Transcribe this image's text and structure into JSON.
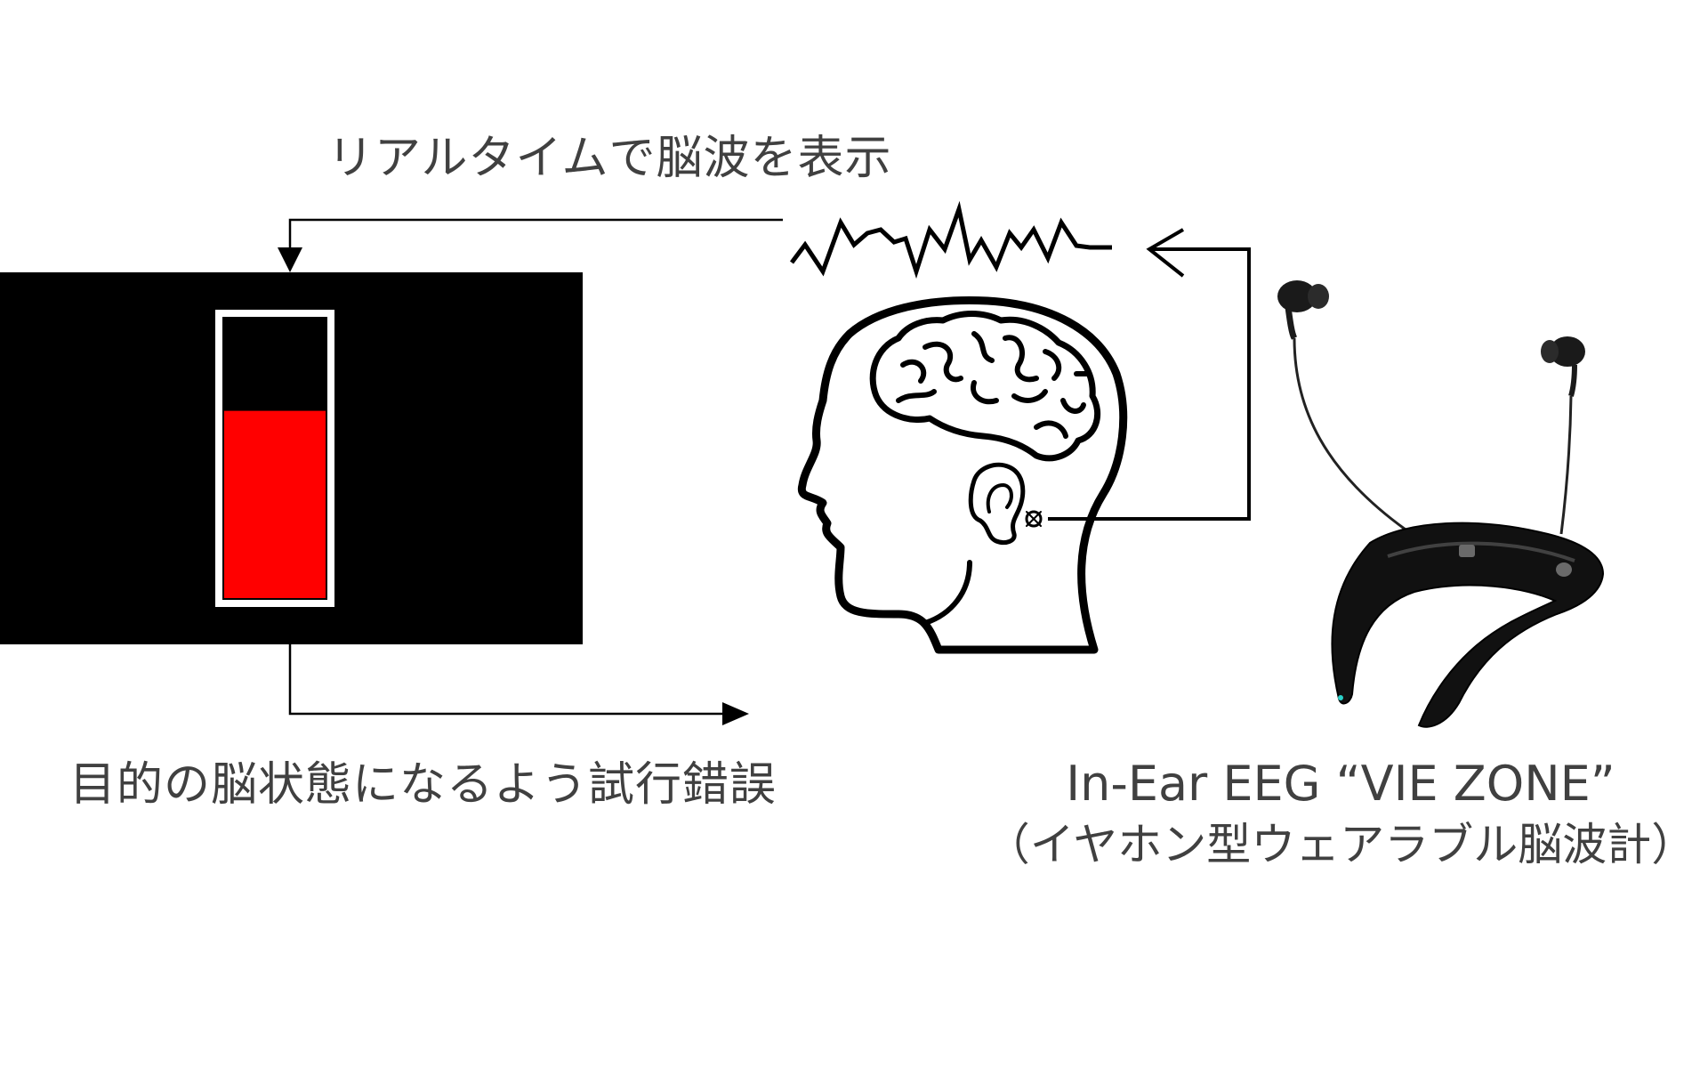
{
  "captions": {
    "realtime_display": "リアルタイムで脳波を表示",
    "trial_and_error": "目的の脳状態になるよう試行錯誤",
    "device_name": "In-Ear EEG “VIE ZONE”",
    "device_description": "（イヤホン型ウェアラブル脳波計）"
  },
  "level_meter": {
    "fill_fraction": 0.67,
    "fill_color": "#ff0000",
    "screen_color": "#000000",
    "frame_color": "#ffffff"
  },
  "icons": {
    "head": "head-profile-with-brain-icon",
    "device": "neckband-earphone-eeg-icon",
    "brainwave": "brainwave-signal-icon"
  }
}
